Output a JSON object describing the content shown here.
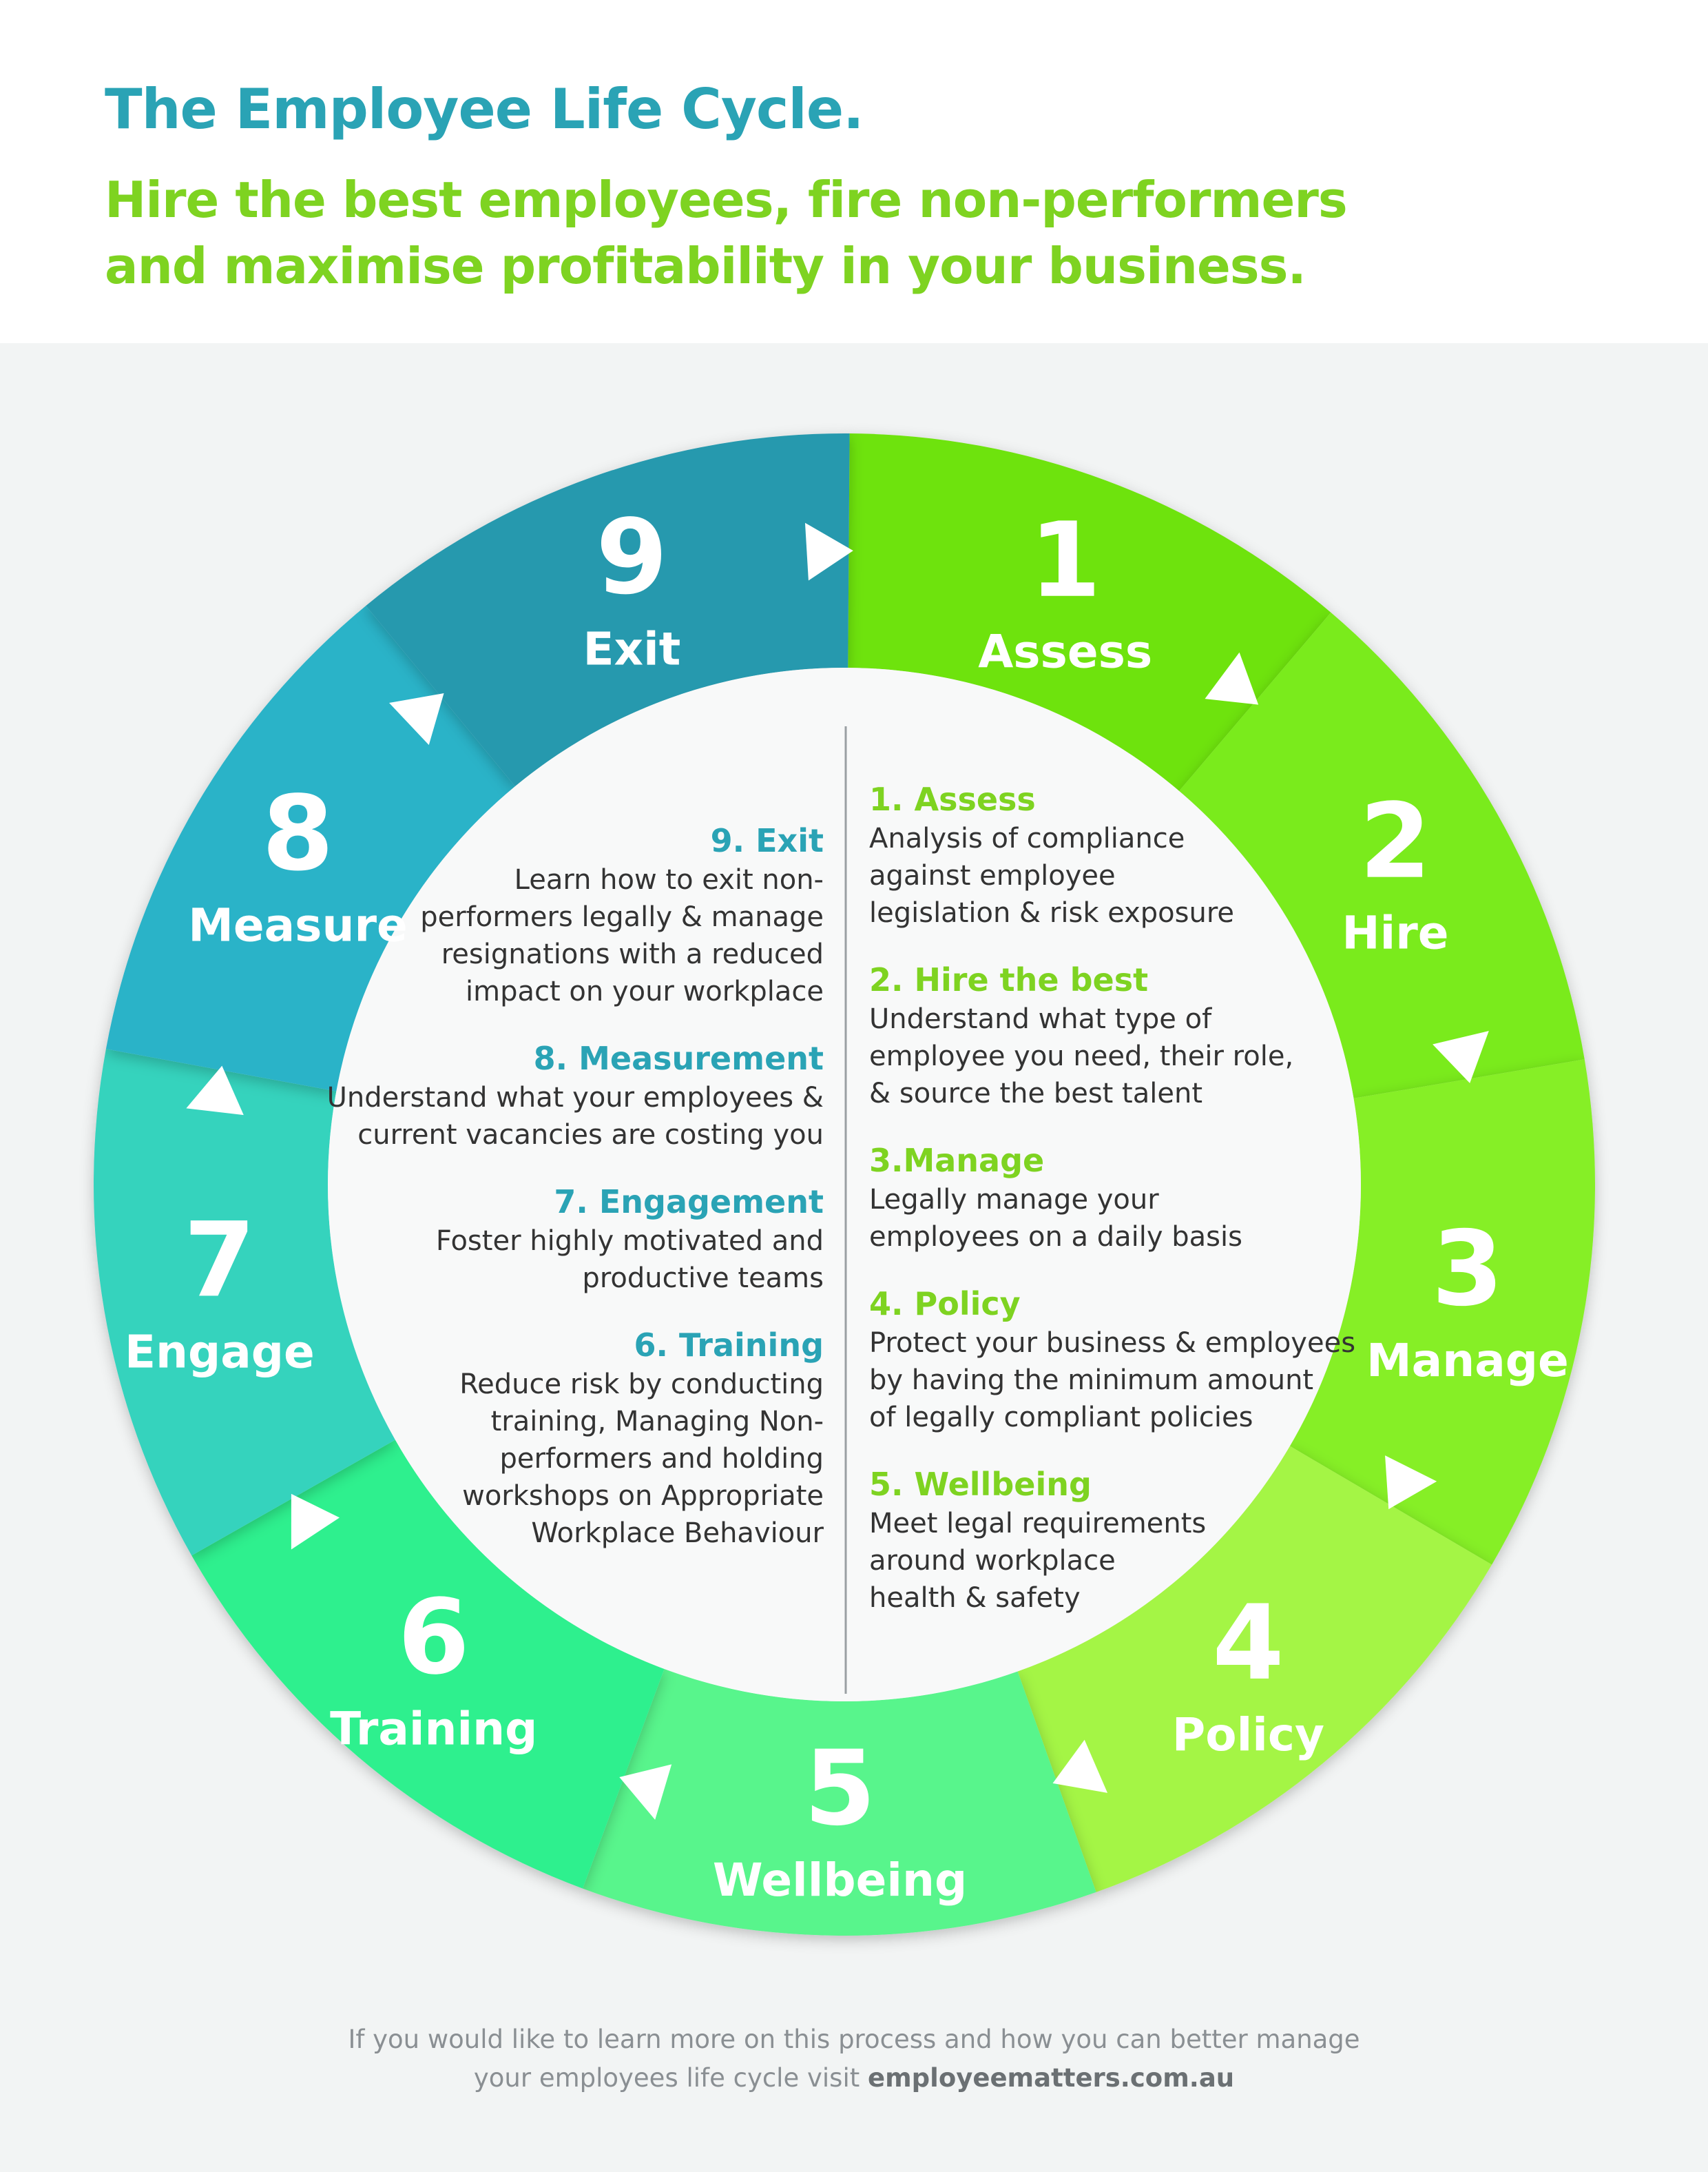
{
  "header": {
    "title": "The Employee Life Cycle.",
    "subtitle_line1": "Hire the best employees, fire non-performers",
    "subtitle_line2": "and maximise profitability in your business."
  },
  "colors": {
    "title": "#2aa3b5",
    "subtitle": "#7ed321",
    "panel_background": "#f2f4f4"
  },
  "cycle": {
    "segments": [
      {
        "number": "1",
        "label": "Assess",
        "color": "#6ee30f"
      },
      {
        "number": "2",
        "label": "Hire",
        "color": "#7aeb1a"
      },
      {
        "number": "3",
        "label": "Manage",
        "color": "#86ef25"
      },
      {
        "number": "4",
        "label": "Policy",
        "color": "#a4f544"
      },
      {
        "number": "5",
        "label": "Wellbeing",
        "color": "#58f58c"
      },
      {
        "number": "6",
        "label": "Training",
        "color": "#2ef08e"
      },
      {
        "number": "7",
        "label": "Engage",
        "color": "#35d3bd"
      },
      {
        "number": "8",
        "label": "Measure",
        "color": "#2ab3c8"
      },
      {
        "number": "9",
        "label": "Exit",
        "color": "#2799ae"
      }
    ]
  },
  "details_left": [
    {
      "heading": "9. Exit",
      "lines": [
        "Learn how to exit non-",
        "performers legally & manage",
        "resignations with a reduced",
        "impact on your workplace"
      ]
    },
    {
      "heading": "8. Measurement",
      "lines": [
        "Understand what your employees &",
        "current vacancies are costing you"
      ]
    },
    {
      "heading": "7. Engagement",
      "lines": [
        "Foster highly motivated and",
        "productive teams"
      ]
    },
    {
      "heading": "6. Training",
      "lines": [
        "Reduce risk by conducting",
        "training, Managing Non-",
        "performers and holding",
        "workshops on Appropriate",
        "Workplace Behaviour"
      ]
    }
  ],
  "details_right": [
    {
      "heading": "1. Assess",
      "lines": [
        "Analysis of compliance",
        "against employee",
        "legislation & risk exposure"
      ]
    },
    {
      "heading": "2. Hire the best",
      "lines": [
        "Understand what type of",
        "employee you need, their role,",
        "& source the best talent"
      ]
    },
    {
      "heading": "3.Manage",
      "lines": [
        "Legally manage your",
        "employees on a daily basis"
      ]
    },
    {
      "heading": "4. Policy",
      "lines": [
        "Protect your business & employees",
        "by having the minimum amount",
        "of legally compliant policies"
      ]
    },
    {
      "heading": "5. Wellbeing",
      "lines": [
        "Meet legal requirements",
        "around workplace",
        "health & safety"
      ]
    }
  ],
  "footer": {
    "line1": "If you would like to learn more on this process and how you can better manage",
    "line2_prefix": "your employees life cycle visit ",
    "link": "employeematters.com.au"
  }
}
